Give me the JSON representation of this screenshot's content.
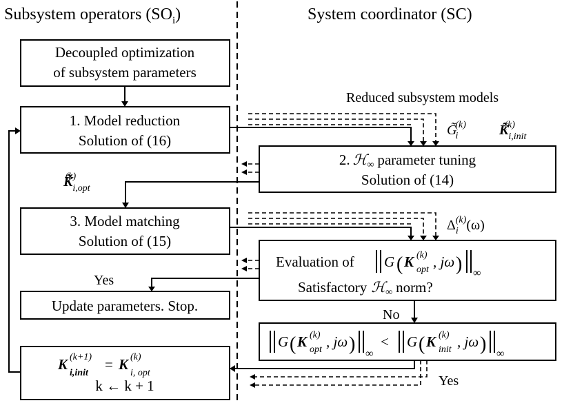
{
  "headers": {
    "left": "Subsystem operators (SO",
    "left_sub": "i",
    "left_close": ")",
    "right": "System coordinator (SC)"
  },
  "boxes": {
    "decoupled": {
      "line1": "Decoupled optimization",
      "line2": "of subsystem parameters"
    },
    "model_reduction": {
      "line1": "1. Model reduction",
      "line2": "Solution of (16)"
    },
    "hinf_tuning": {
      "num": "2.",
      "script": "ℋ",
      "sub": "∞",
      "rest": "parameter tuning",
      "line2": "Solution of (14)"
    },
    "model_matching": {
      "line1": "3. Model matching",
      "line2": "Solution of (15)"
    },
    "evaluation": {
      "prefix": "Evaluation of",
      "line2_a": "Satisfactory",
      "line2_b": "norm?"
    },
    "update": {
      "line1": "Update parameters. Stop."
    },
    "comparison": {
      "lt": "<"
    },
    "update_k": {
      "arrow_line": "k ← k + 1"
    }
  },
  "labels": {
    "reduced_models": "Reduced subsystem models",
    "yes_1": "Yes",
    "no": "No",
    "yes_2": "Yes",
    "i": "i",
    "k": "(k)",
    "k_plus": "(k+1)",
    "init": "i,init",
    "opt": "i,opt",
    "opt_sp": "i, opt",
    "opt_only": "opt",
    "init_only": "init",
    "equals": "=",
    "K": "K",
    "G_tilde": "G̃",
    "K_tilde": "K̃",
    "Delta": "Δ",
    "omega": "(ω)",
    "G": "G",
    "jw": ", jω",
    "inf": "∞"
  }
}
